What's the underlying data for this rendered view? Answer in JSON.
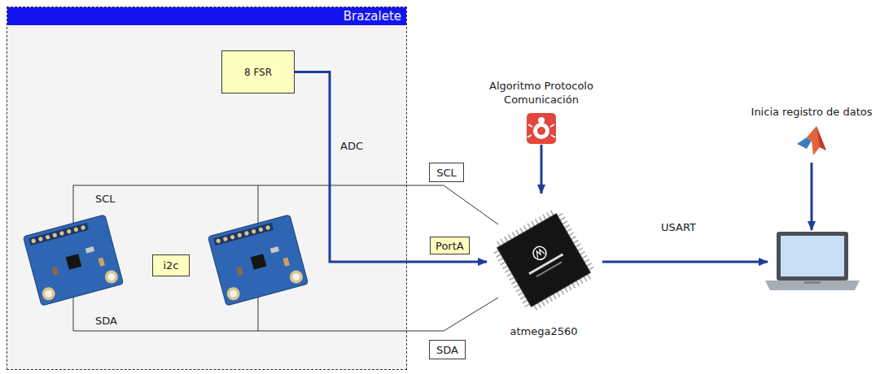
{
  "diagram": {
    "nodes": [
      {
        "text": [
          "Brazalete"
        ]
      },
      {
        "text": [
          "8 FSR"
        ],
        "in": 0
      },
      {
        "text": [
          "i2c"
        ],
        "in": 0
      },
      {
        "text": [
          "Algoritmo Protocolo Comunicación"
        ]
      },
      {
        "text": [
          "Inicia registro de datos"
        ]
      },
      {
        "text": [
          "SCL"
        ]
      },
      {
        "text": [
          "PortA"
        ]
      },
      {
        "text": [
          "SDA"
        ]
      },
      {
        "text": [
          "atmega2560"
        ]
      }
    ],
    "edges": [
      {
        "from": 1,
        "to": 8,
        "label": "ADC",
        "arrow": "to"
      },
      {
        "from": 3,
        "to": 8,
        "arrow": "to"
      }
    ],
    "labels": [
      "SCL",
      "SDA",
      "USART"
    ]
  }
}
